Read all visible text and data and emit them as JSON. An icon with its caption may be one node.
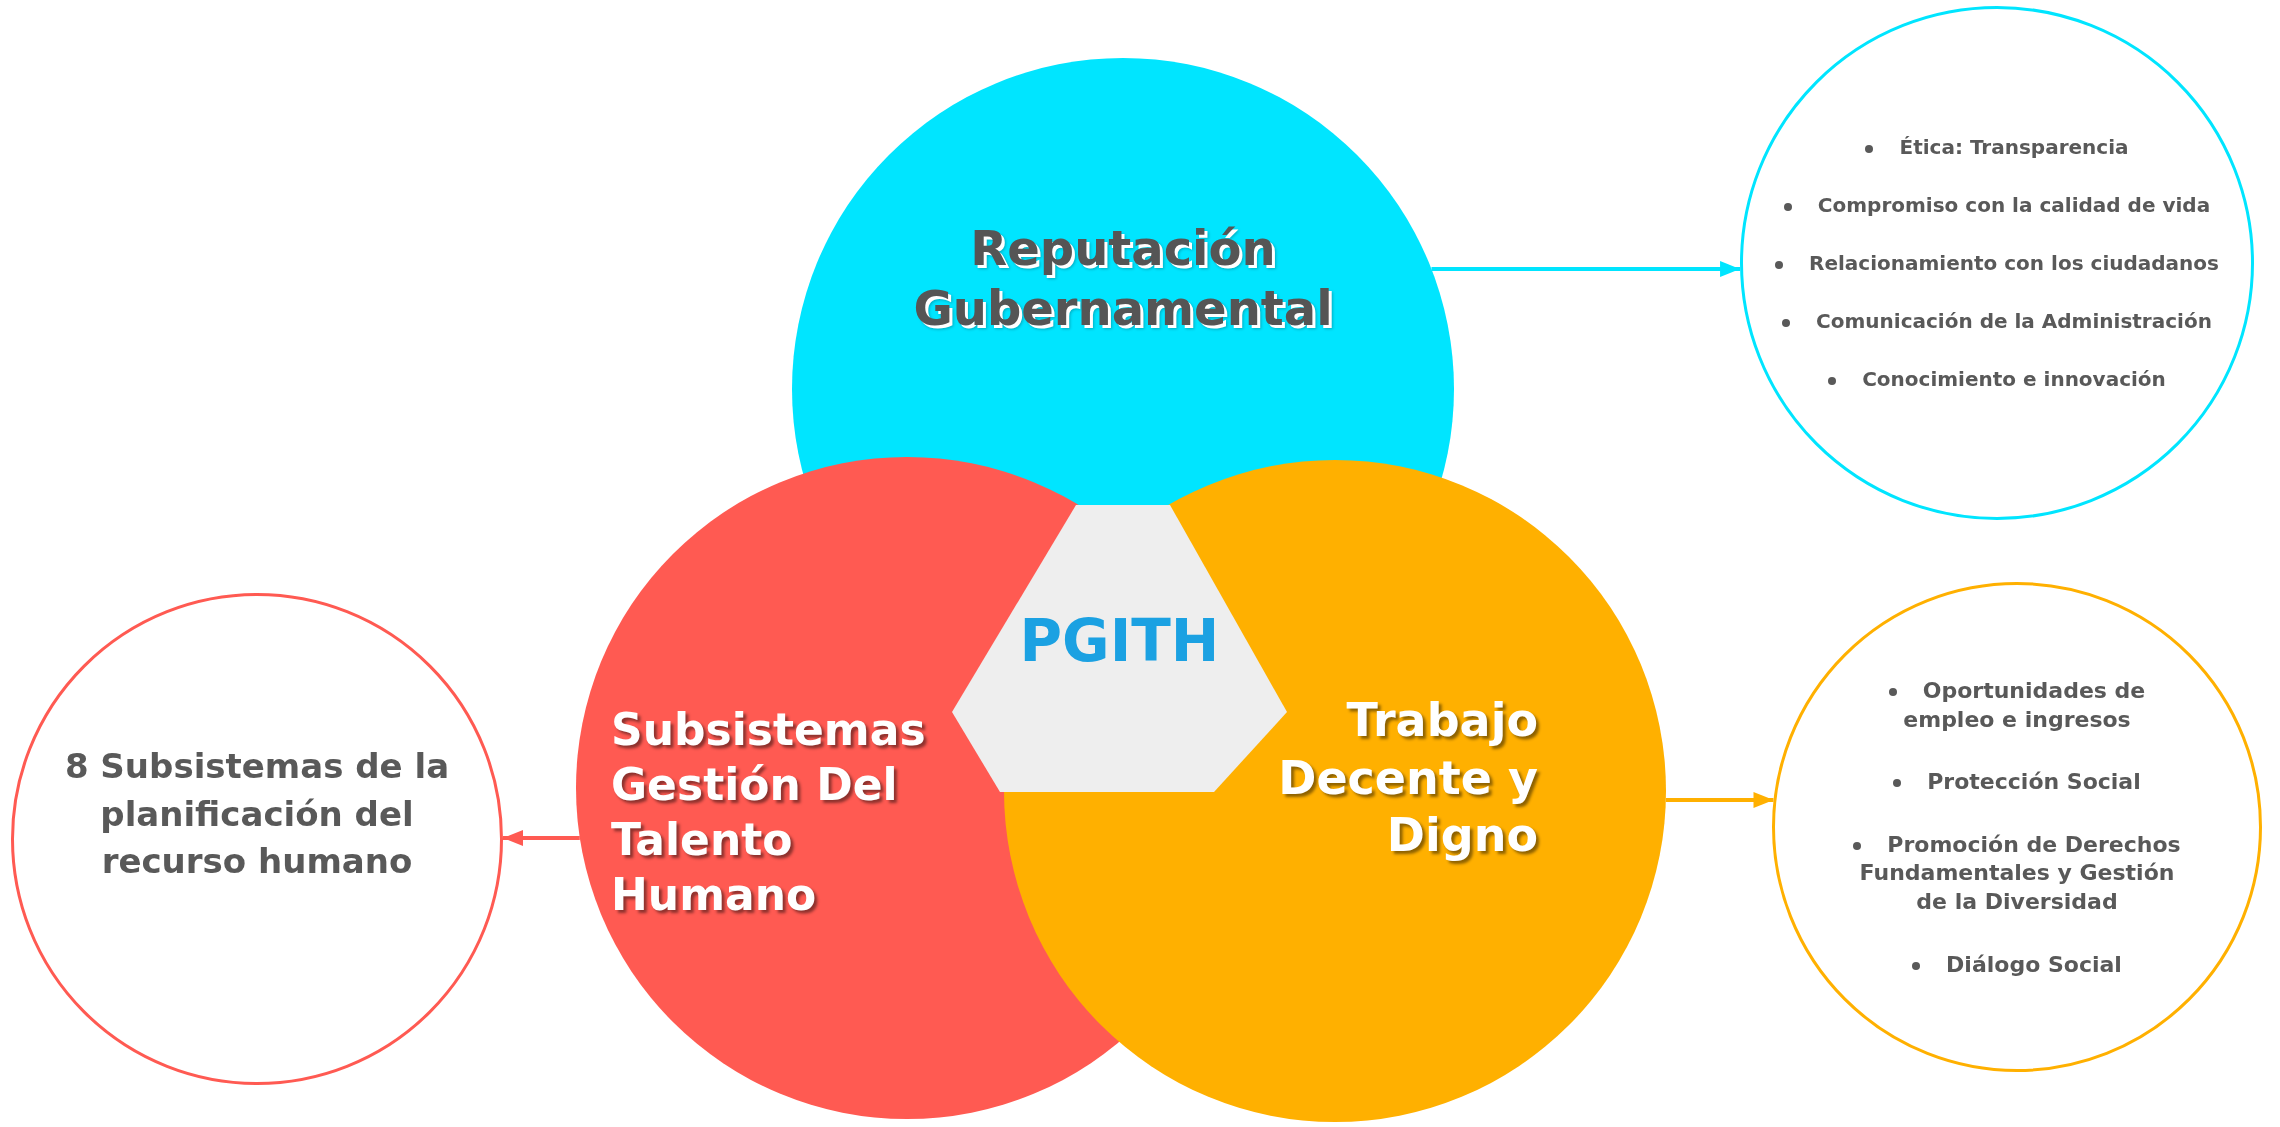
{
  "diagram": {
    "nodes": [
      {
        "text": [
          "Reputación Gubernamental"
        ]
      },
      {
        "text": [
          "Ética: Transparencia",
          "Compromiso con la calidad de vida",
          "Relacionamiento con los ciudadanos",
          "Comunicación de la Administración",
          "Conocimiento e innovación"
        ]
      },
      {
        "text": [
          "PGITH"
        ]
      },
      {
        "text": [
          "Subsistemas Gestión Del Talento Humano"
        ]
      },
      {
        "text": [
          "Trabajo Decente y Digno"
        ]
      },
      {
        "text": [
          "8 Subsistemas de la planificación del recurso humano"
        ]
      },
      {
        "text": [
          "Oportunidades de empleo e ingresos",
          "Protección Social",
          "Promoción de Derechos Fundamentales y Gestión de la Diversidad",
          "Diálogo Social"
        ]
      }
    ],
    "edges": [
      {
        "from": 0,
        "to": 1,
        "arrow": "to",
        "color": "#00e5ff"
      },
      {
        "from": 4,
        "to": 6,
        "arrow": "to",
        "color": "#ffb000"
      },
      {
        "from": 3,
        "to": 5,
        "arrow": "to",
        "color": "#ff5a52"
      }
    ]
  }
}
